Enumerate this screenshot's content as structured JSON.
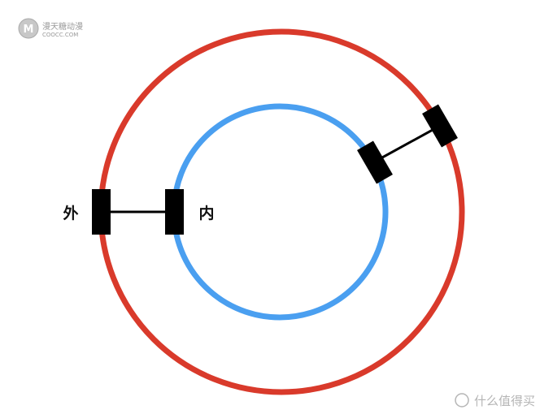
{
  "diagram": {
    "outer_label": "外",
    "inner_label": "内"
  },
  "logo": {
    "mark_letter": "M",
    "name_cn": "漫天糖动漫",
    "name_en": "COOCC.COM"
  },
  "watermark": {
    "text": "什么值得买"
  },
  "colors": {
    "outer_ring": "#d93a2b",
    "inner_ring": "#4a9ff0",
    "wheel": "#000000",
    "axle": "#000000"
  }
}
